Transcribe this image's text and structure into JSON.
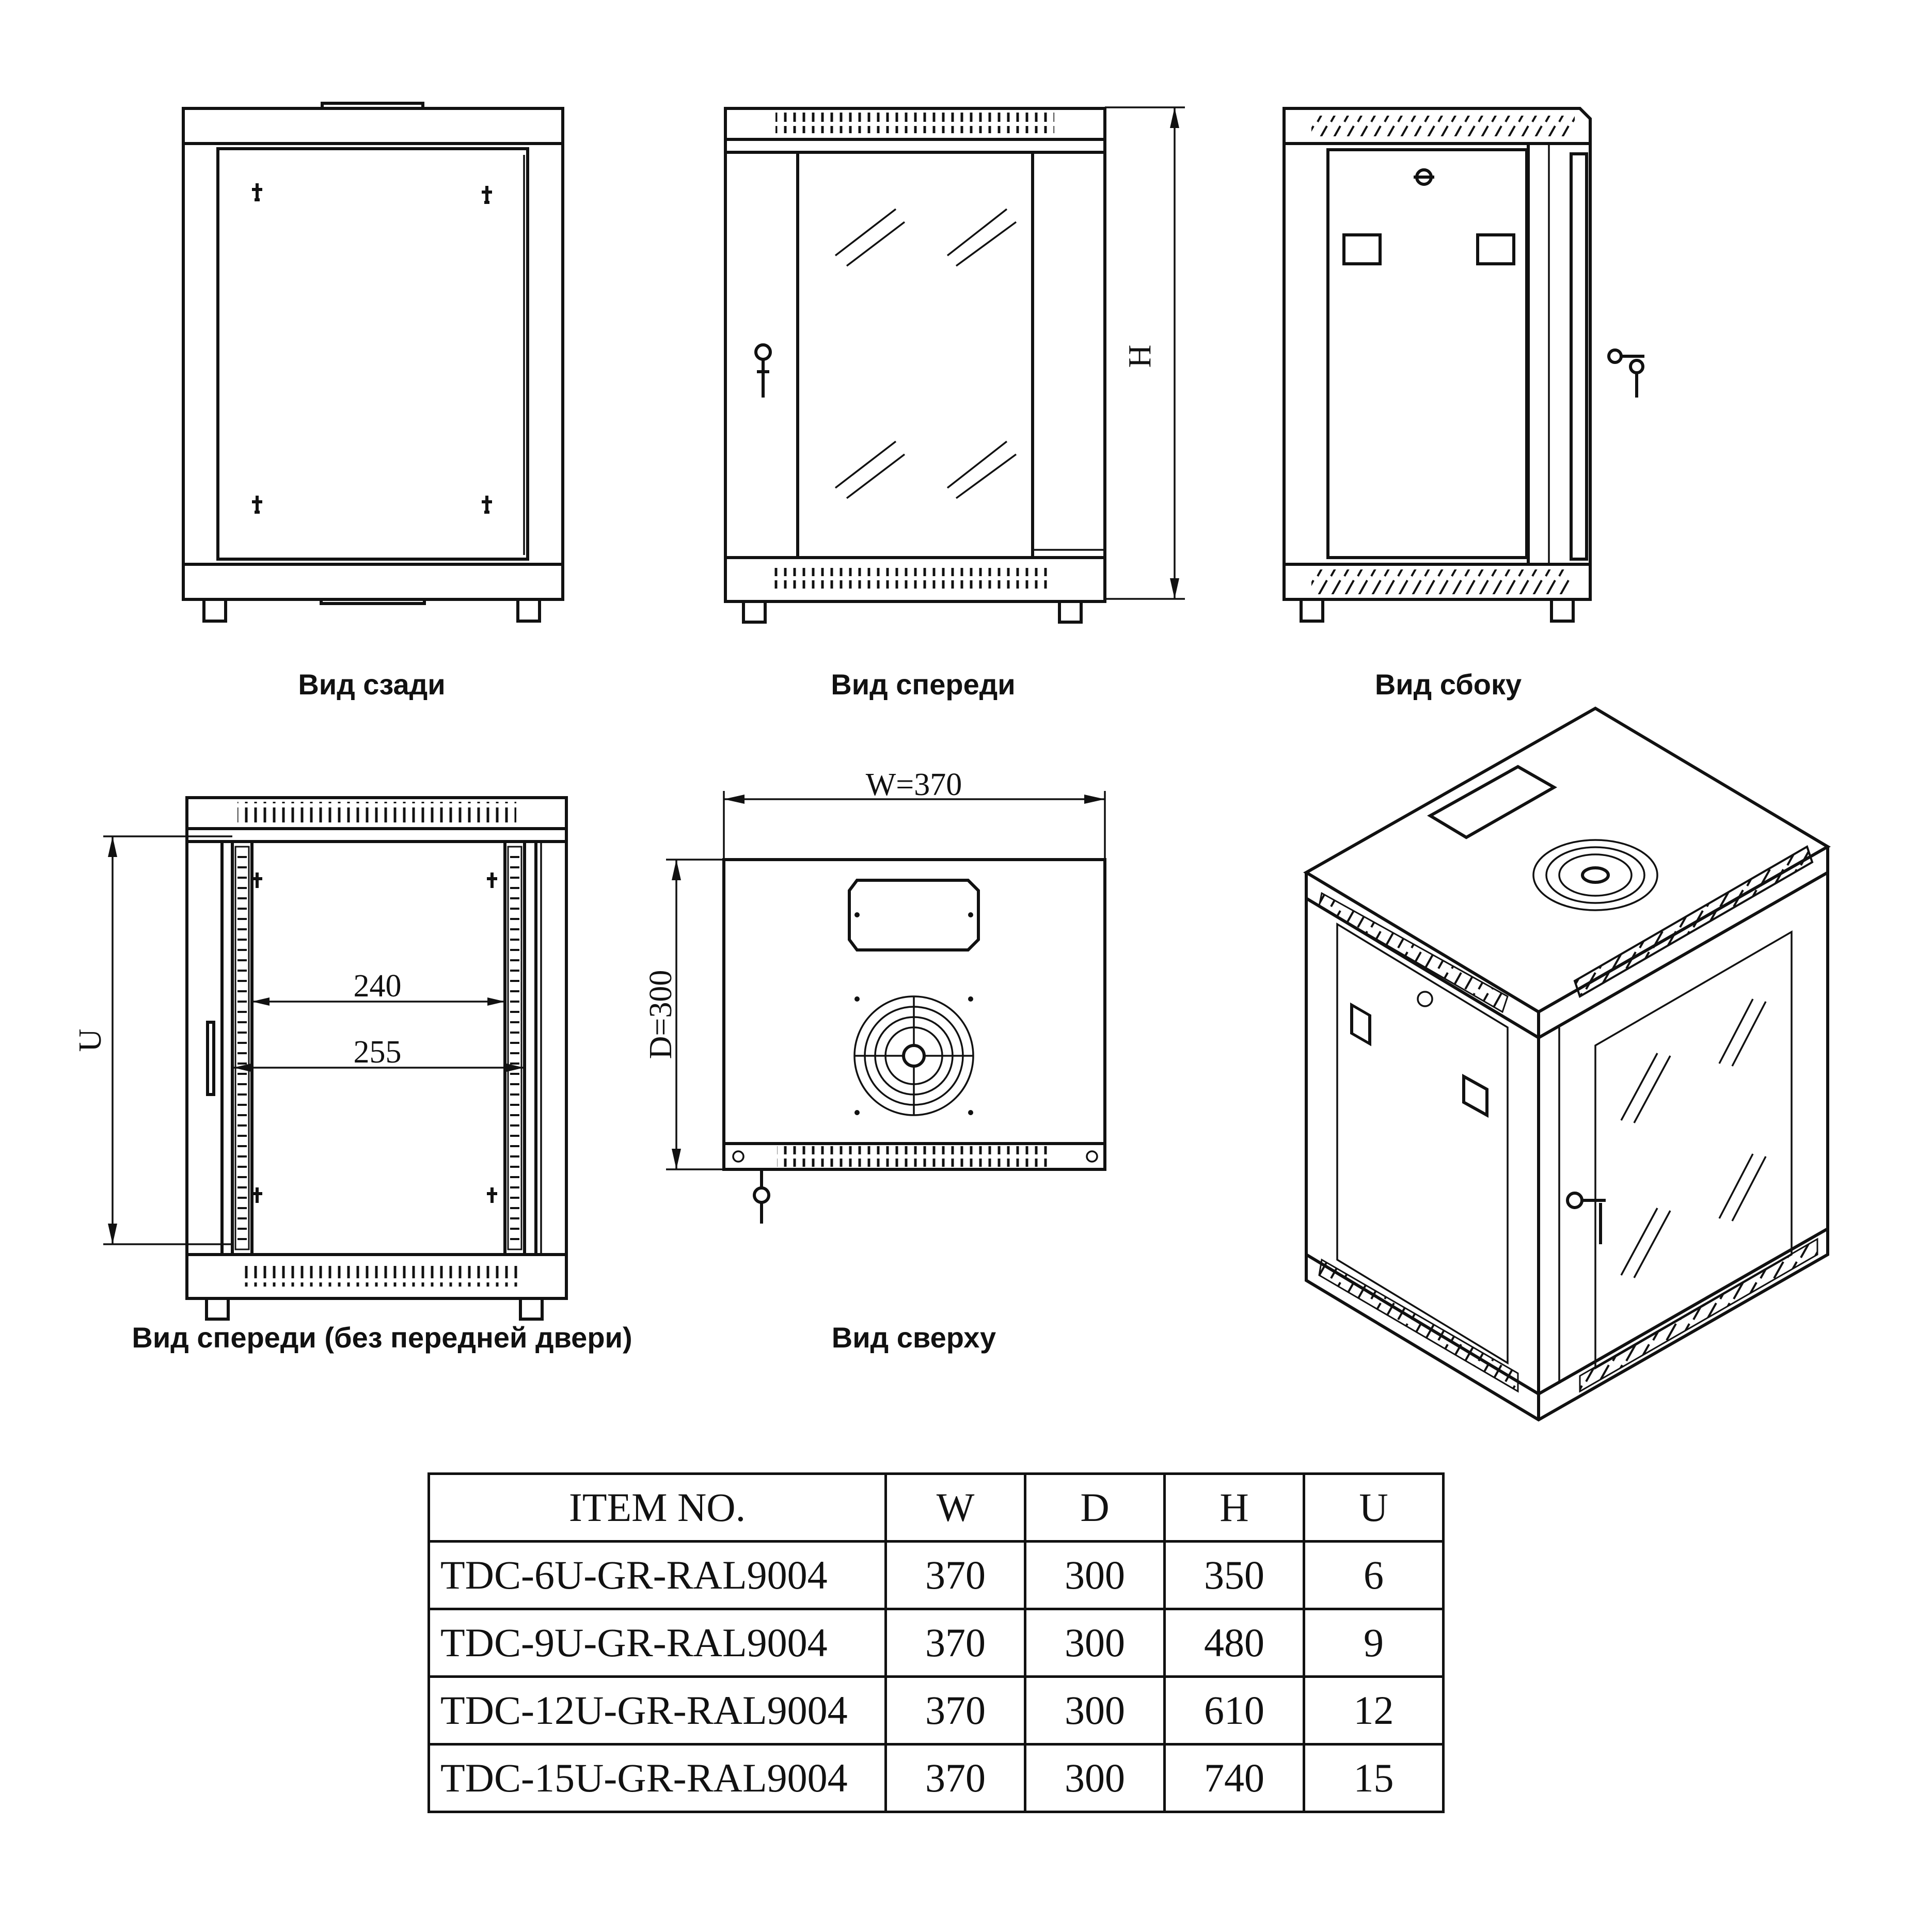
{
  "captions": {
    "rear_view": "Вид сзади",
    "front_view": "Вид спереди",
    "side_view": "Вид сбоку",
    "front_no_door": "Вид спереди (без передней двери)",
    "top_view": "Вид сверху"
  },
  "dimensions": {
    "height_label": "H",
    "units_label": "U",
    "width_label": "W=370",
    "depth_label": "D=300",
    "inner_240": "240",
    "inner_255": "255"
  },
  "table": {
    "headers": [
      "ITEM NO.",
      "W",
      "D",
      "H",
      "U"
    ],
    "rows": [
      [
        "TDC-6U-GR-RAL9004",
        "370",
        "300",
        "350",
        "6"
      ],
      [
        "TDC-9U-GR-RAL9004",
        "370",
        "300",
        "480",
        "9"
      ],
      [
        "TDC-12U-GR-RAL9004",
        "370",
        "300",
        "610",
        "12"
      ],
      [
        "TDC-15U-GR-RAL9004",
        "370",
        "300",
        "740",
        "15"
      ]
    ]
  }
}
